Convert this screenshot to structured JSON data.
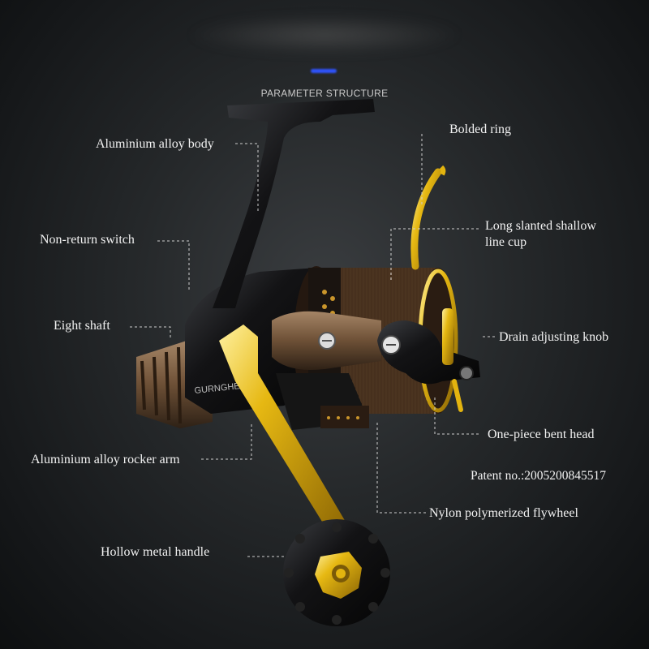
{
  "header": {
    "title": "PARAMETER STRUCTURE"
  },
  "labels": {
    "aluminium_alloy_body": "Aluminium alloy body",
    "bolded_ring": "Bolded  ring",
    "non_return_switch": "Non-return switch",
    "long_slanted_line1": "Long slanted shallow",
    "long_slanted_line2": "line cup",
    "eight_shaft": "Eight shaft",
    "drain_adjusting_knob": "Drain adjusting knob",
    "one_piece_bent_head": "One-piece bent head",
    "aluminium_alloy_rocker_arm": "Aluminium alloy rocker arm",
    "nylon_polymerized_flywheel": "Nylon polymerized flywheel",
    "hollow_metal_handle": "Hollow metal handle"
  },
  "patent": "Patent no.:2005200845517",
  "reel_branding": "GURNGHER",
  "colors": {
    "gold": "#e3b40f",
    "black": "#0c0c0d",
    "bronze": "#6b4f33",
    "spool": "#5a3e28",
    "background": "#26292b",
    "accent_blue": "#2f54ff"
  }
}
